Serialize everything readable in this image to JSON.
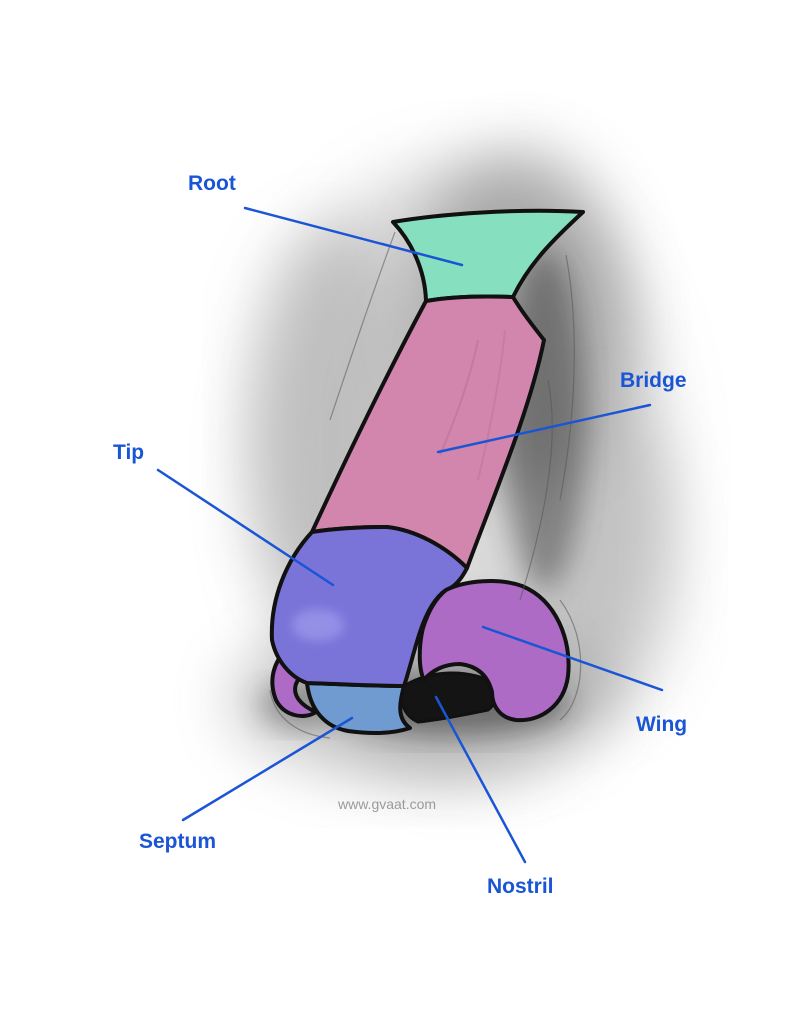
{
  "labels": {
    "root": "Root",
    "bridge": "Bridge",
    "tip": "Tip",
    "wing": "Wing",
    "septum": "Septum",
    "nostril": "Nostril"
  },
  "watermark": "www.gvaat.com",
  "colors": {
    "label_text": "#1a55d6",
    "leader_line": "#1a55d6",
    "root": "#86e0bf",
    "bridge": "#d386ad",
    "tip": "#7a74d9",
    "wing": "#ad6bc6",
    "septum": "#6f9bd0",
    "nostril": "#111111",
    "outline": "#111111",
    "shadow": "#7a7a7a",
    "watermark": "#9a9a9a"
  }
}
